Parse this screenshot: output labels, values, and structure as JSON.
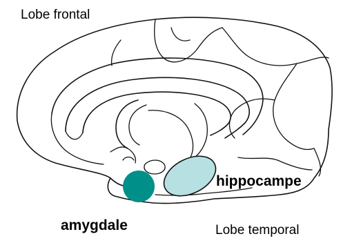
{
  "labels": {
    "frontal_lobe": "Lobe frontal",
    "temporal_lobe": "Lobe temporal",
    "amygdala": "amygdale",
    "hippocampus": "hippocampe"
  },
  "colors": {
    "amygdala": "#009089",
    "hippocampus": "#b7e0e3",
    "outline": "#111111"
  }
}
